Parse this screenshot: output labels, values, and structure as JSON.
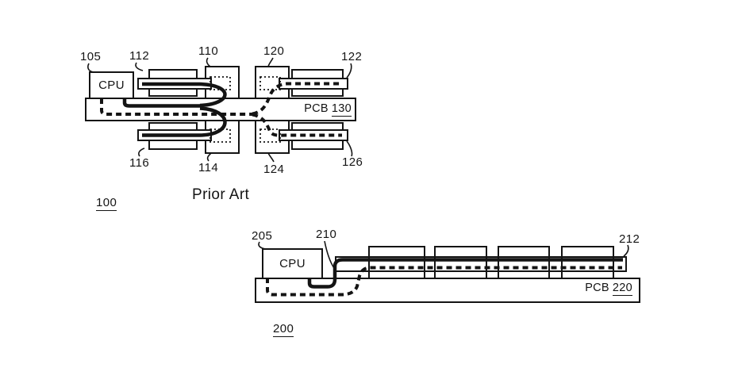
{
  "page": {
    "background": "#ffffff",
    "ink": "#141414"
  },
  "figure1": {
    "figure_number": "100",
    "caption": "Prior Art",
    "cpu": {
      "label": "CPU",
      "ref": "105"
    },
    "pcb": {
      "label": "PCB",
      "ref": "130"
    },
    "refs": {
      "module_top_left": "112",
      "connector_top_left": "110",
      "connector_top_right": "120",
      "module_top_right": "122",
      "module_bottom_left": "116",
      "connector_bottom_left": "114",
      "connector_bottom_right": "124",
      "module_bottom_right": "126"
    }
  },
  "figure2": {
    "figure_number": "200",
    "cpu": {
      "label": "CPU",
      "ref": "205"
    },
    "trace_ref": "210",
    "module_ref": "212",
    "pcb": {
      "label": "PCB",
      "ref": "220"
    }
  }
}
